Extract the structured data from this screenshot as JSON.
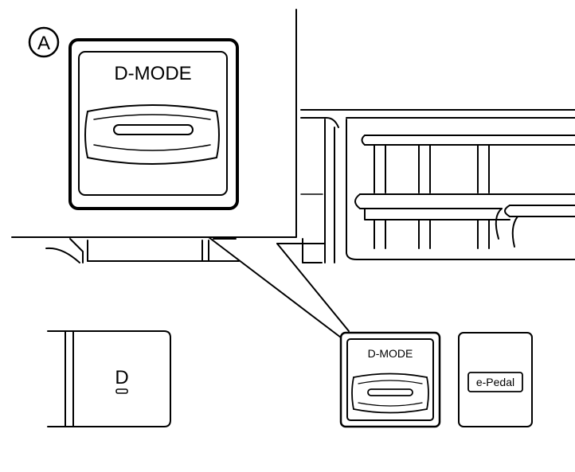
{
  "callout": {
    "marker": "A"
  },
  "zoom_switch": {
    "label": "D-MODE"
  },
  "left_button": {
    "label": "D"
  },
  "dmode_switch": {
    "label": "D-MODE"
  },
  "epedal_switch": {
    "label": "e-Pedal"
  },
  "colors": {
    "line": "#000000",
    "background": "#ffffff"
  }
}
